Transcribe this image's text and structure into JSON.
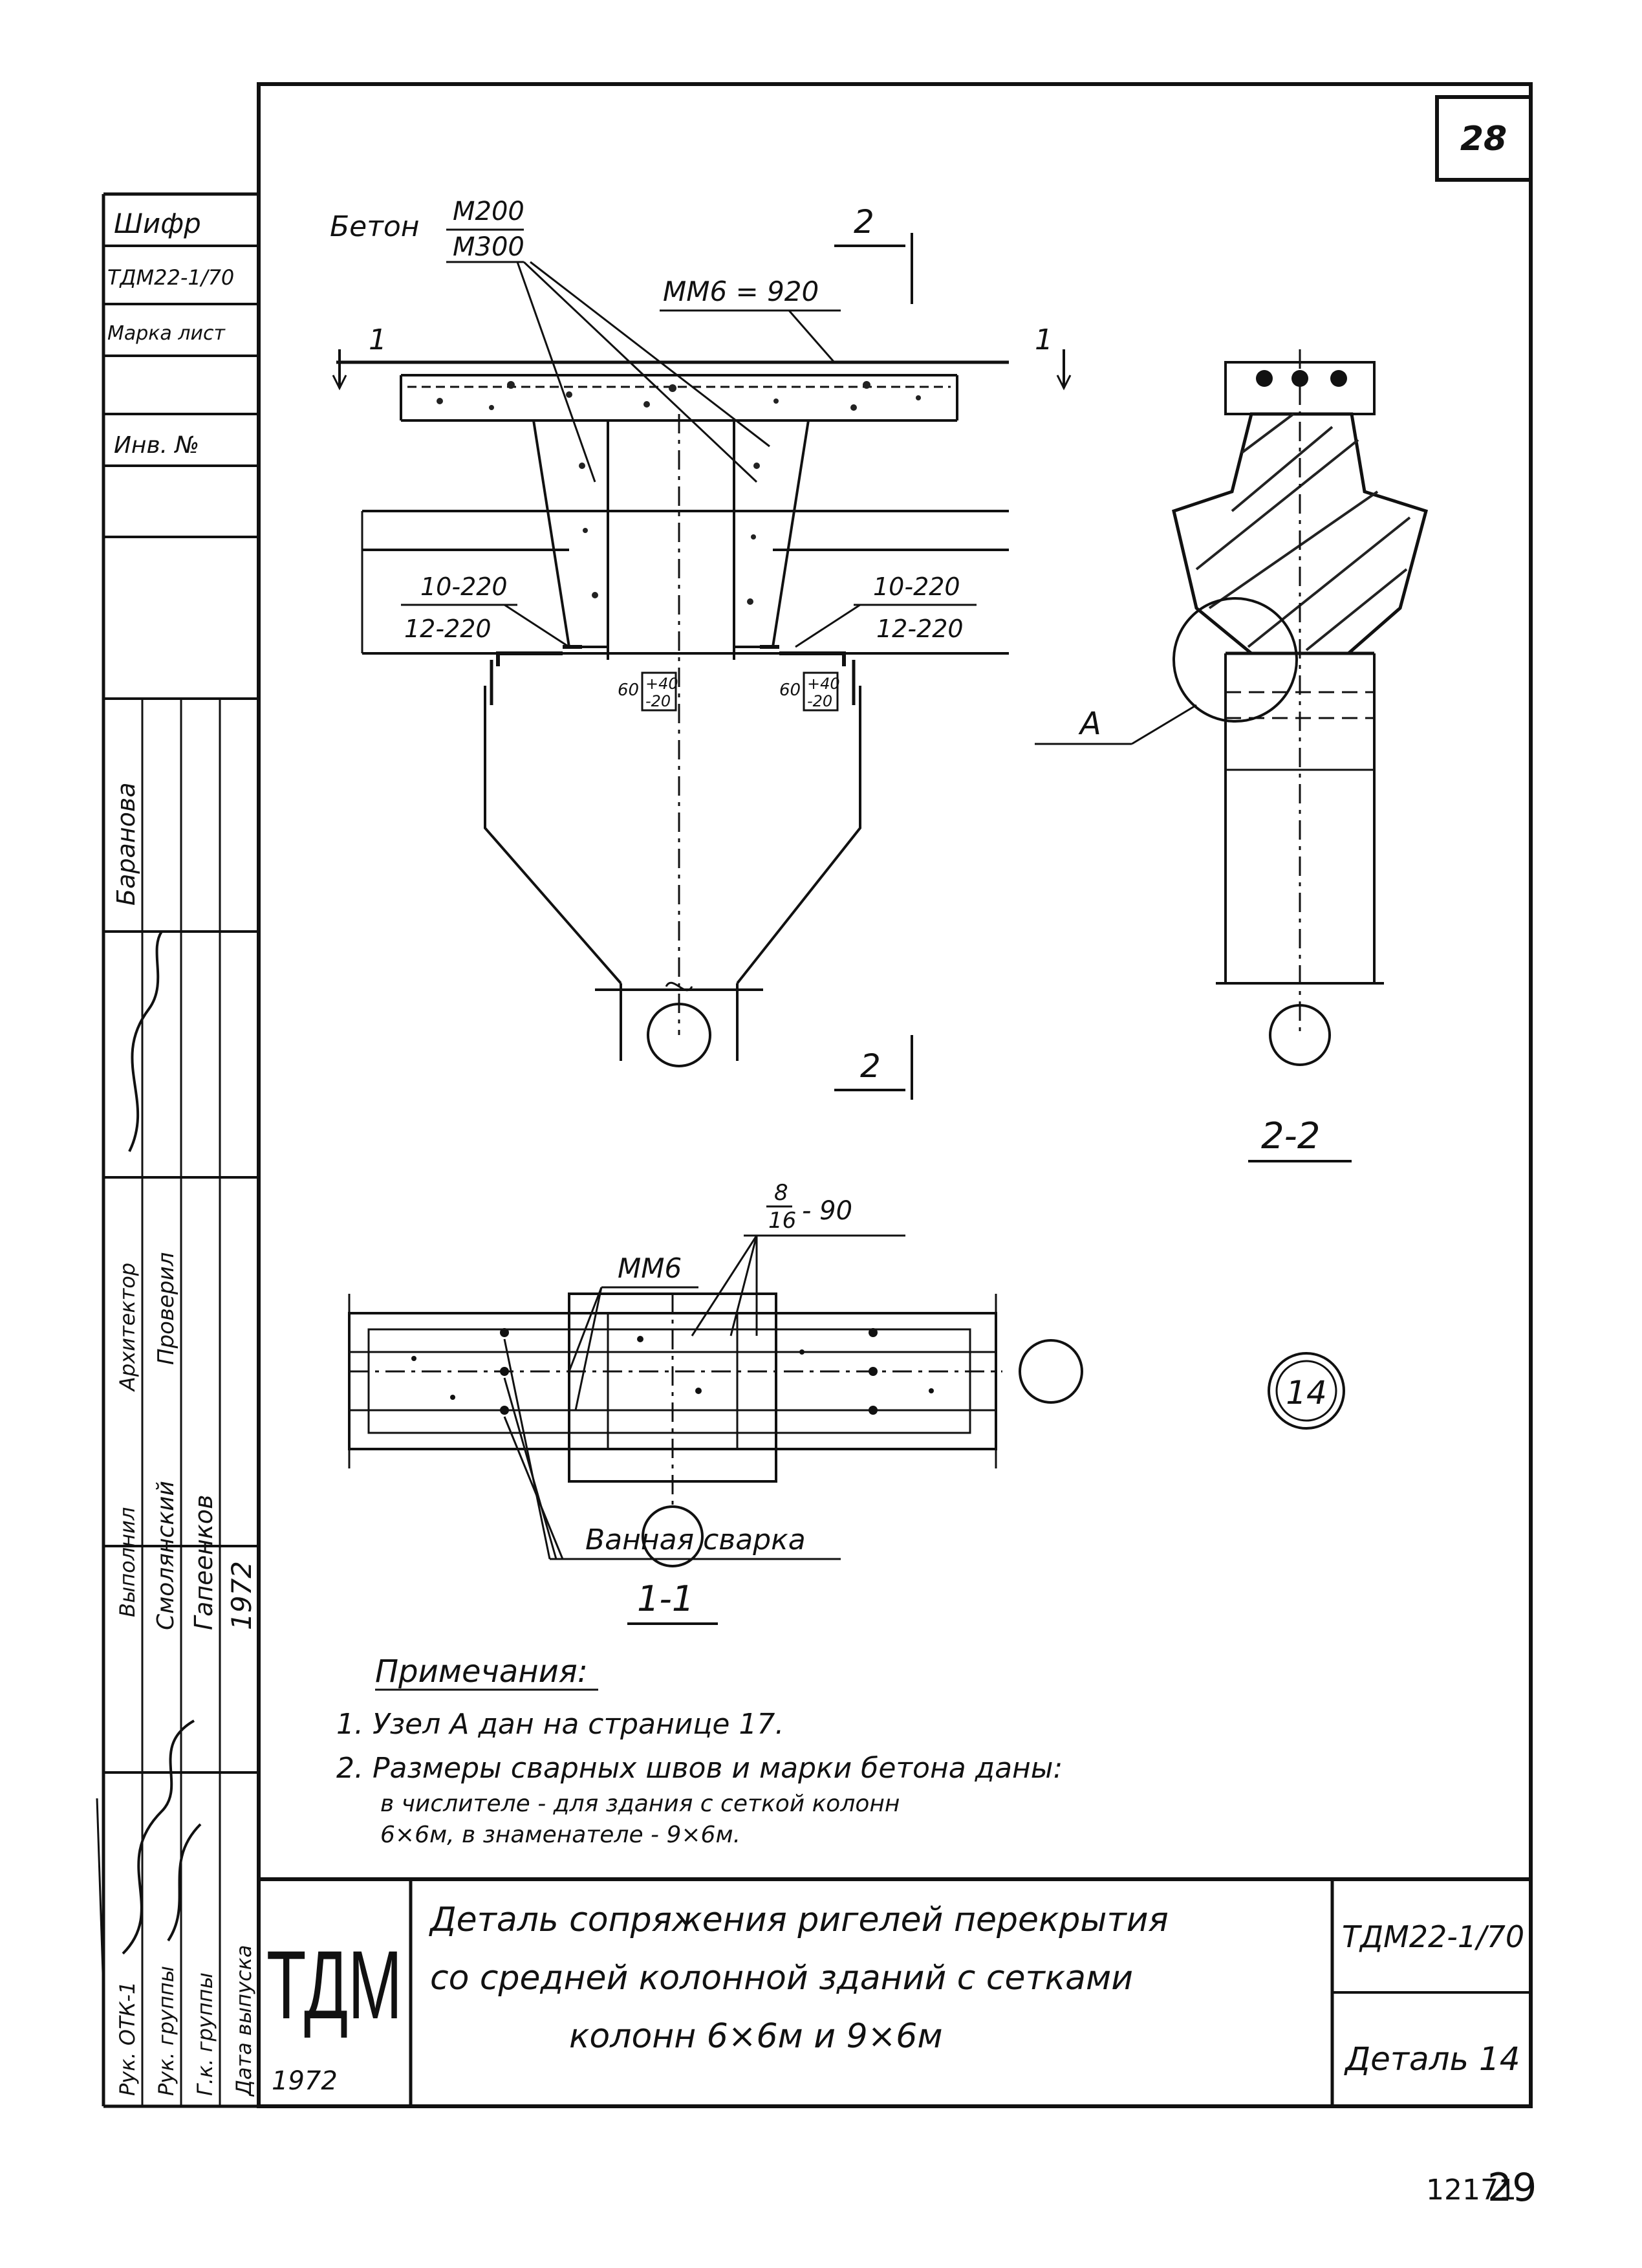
{
  "sheet": {
    "page_number": "28",
    "footer_code": "12171",
    "footer_page": "29"
  },
  "side_stamp": {
    "cipher_label": "Шифр",
    "cipher_value": "ТДМ22-1/70",
    "marka_label": "Марка лист",
    "inv_label": "Инв. №",
    "names": [
      "Баранова",
      "Архитектор",
      "Проверил",
      "Выполнил",
      "Смолянский",
      "Гапеенков",
      "1972"
    ],
    "roles": [
      "Рук. ОТК-1",
      "Рук. группы",
      "Г.к. группы",
      "Дата выпуска"
    ]
  },
  "section_main": {
    "beton_label": "Бетон",
    "beton_top": "М200",
    "beton_bottom": "М300",
    "mm6_label": "ММ6 = 920",
    "cut_1": "1",
    "cut_2": "2",
    "weld_left_top": "10-220",
    "weld_left_bottom": "12-220",
    "weld_right_top": "10-220",
    "weld_right_bottom": "12-220",
    "dim_left": "60",
    "dim_left_frac_top": "+40",
    "dim_left_frac_bottom": "-20",
    "dim_right": "60",
    "dim_right_frac_top": "+40",
    "dim_right_frac_bottom": "-20"
  },
  "section_22": {
    "node_label": "А",
    "title": "2-2"
  },
  "plan_11": {
    "rebar_top": "8",
    "rebar_bottom": "16",
    "rebar_suffix": "- 90",
    "mm6_label": "ММ6",
    "weld_label": "Ванная сварка",
    "title": "1-1",
    "detail_number": "14"
  },
  "notes": {
    "heading": "Примечания:",
    "items": [
      "1. Узел А дан на странице 17.",
      "2. Размеры сварных швов и марки бетона даны:",
      "в числителе - для здания с сеткой колонн",
      "6×6м, в знаменателе - 9×6м."
    ]
  },
  "title_block": {
    "logo": "ТДМ",
    "year": "1972",
    "title_lines": [
      "Деталь сопряжения ригелей перекрытия",
      "со средней колонной зданий с сетками",
      "колонн 6×6м и 9×6м"
    ],
    "code": "ТДМ22-1/70",
    "sheet_name": "Деталь 14"
  }
}
